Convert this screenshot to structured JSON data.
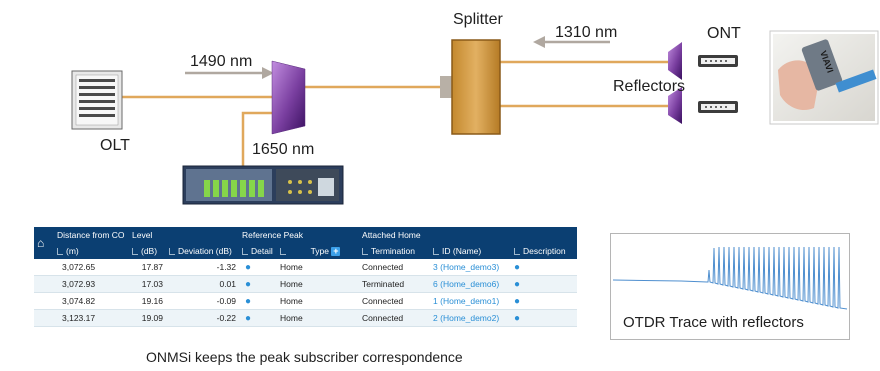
{
  "labels": {
    "splitter": "Splitter",
    "wavelength_down": "1490 nm",
    "wavelength_up": "1310 nm",
    "wavelength_monitor": "1650 nm",
    "ont": "ONT",
    "reflectors": "Reflectors",
    "olt": "OLT",
    "photo_brand_text": "VIAVI"
  },
  "table": {
    "group_headers": {
      "distance": "Distance from CO",
      "level": "Level",
      "reference_peak": "Reference Peak",
      "attached_home": "Attached Home"
    },
    "sub_headers": {
      "distance_unit": "(m)",
      "level_unit": "(dB)",
      "deviation": "Deviation (dB)",
      "detail": "Detail",
      "type": "Type",
      "termination": "Termination",
      "id_name": "ID (Name)",
      "description": "Description"
    },
    "rows": [
      {
        "distance": "3,072.65",
        "level": "17.87",
        "deviation": "-1.32",
        "type": "Home",
        "termination": "Connected",
        "id_name": "3 (Home_demo3)"
      },
      {
        "distance": "3,072.93",
        "level": "17.03",
        "deviation": "0.01",
        "type": "Home",
        "termination": "Terminated",
        "id_name": "6 (Home_demo6)"
      },
      {
        "distance": "3,074.82",
        "level": "19.16",
        "deviation": "-0.09",
        "type": "Home",
        "termination": "Connected",
        "id_name": "1 (Home_demo1)"
      },
      {
        "distance": "3,123.17",
        "level": "19.09",
        "deviation": "-0.22",
        "type": "Home",
        "termination": "Connected",
        "id_name": "2 (Home_demo2)"
      }
    ],
    "icons": {
      "home": "home-icon",
      "detail": "eye-icon",
      "type_add": "plus-icon",
      "description": "eye-icon"
    }
  },
  "captions": {
    "table": "ONMSi keeps the peak subscriber correspondence",
    "otdr": "OTDR Trace with reflectors"
  },
  "colors": {
    "fiber": "#e0a85c",
    "splitter": "#c98a2e",
    "reflector": "#7a3fa0",
    "table_header": "#0b3f72",
    "link": "#2a8fd6"
  }
}
